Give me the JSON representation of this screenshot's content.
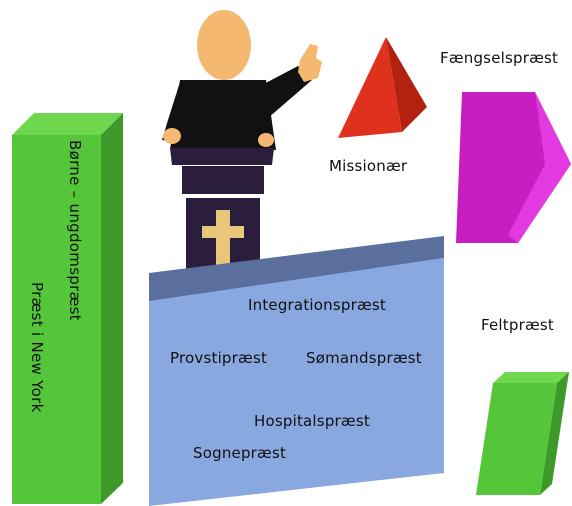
{
  "labels": {
    "faengselspraest": "Fængselspræst",
    "missionaer": "Missionær",
    "feltpraest": "Feltpræst",
    "integrationspraest": "Integrationspræst",
    "provstipraest": "Provstipræst",
    "somandspraest": "Sømandspræst",
    "hospitalspraest": "Hospitalspræst",
    "sognepraest": "Sognepræst",
    "borne_ungdomspraest": "Børne – ungdomspræst",
    "praest_new_york": "Præst i New York"
  },
  "colors": {
    "green_front": "#55c63a",
    "green_side": "#3d9a2a",
    "green_top": "#6fd84e",
    "red_pyramid": "#e0301e",
    "magenta_front": "#c81ec0",
    "magenta_side": "#e23ae0",
    "blue_panel": "#8aa8e0",
    "blue_panel_top": "#5a6f9e",
    "podium": "#2a1e3c",
    "skin": "#f4b870",
    "cross": "#e8c77a"
  }
}
